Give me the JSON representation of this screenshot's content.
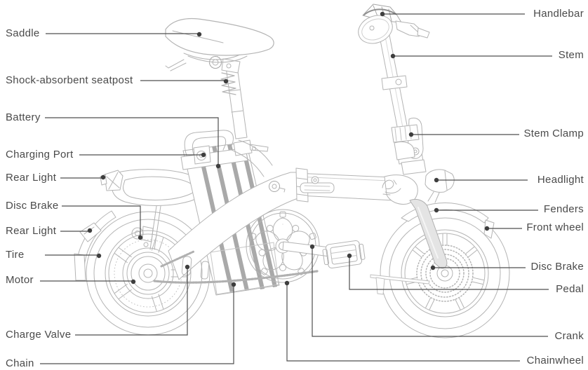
{
  "labels": {
    "left": [
      "Saddle",
      "Shock-absorbent seatpost",
      "Battery",
      "Charging Port",
      "Rear Light",
      "Disc Brake",
      "Rear Light",
      "Tire",
      "Motor",
      "Charge Valve",
      "Chain"
    ],
    "right": [
      "Handlebar",
      "Stem",
      "Stem Clamp",
      "Headlight",
      "Fenders",
      "Front wheel",
      "Disc Brake",
      "Pedal",
      "Crank",
      "Chainwheel"
    ]
  },
  "colors": {
    "label_text": "#4a4a4a",
    "leader_line": "#4f4f4f",
    "leader_dot": "#3e3e3e",
    "line_art": "#b4b4b4",
    "background": "#ffffff"
  }
}
